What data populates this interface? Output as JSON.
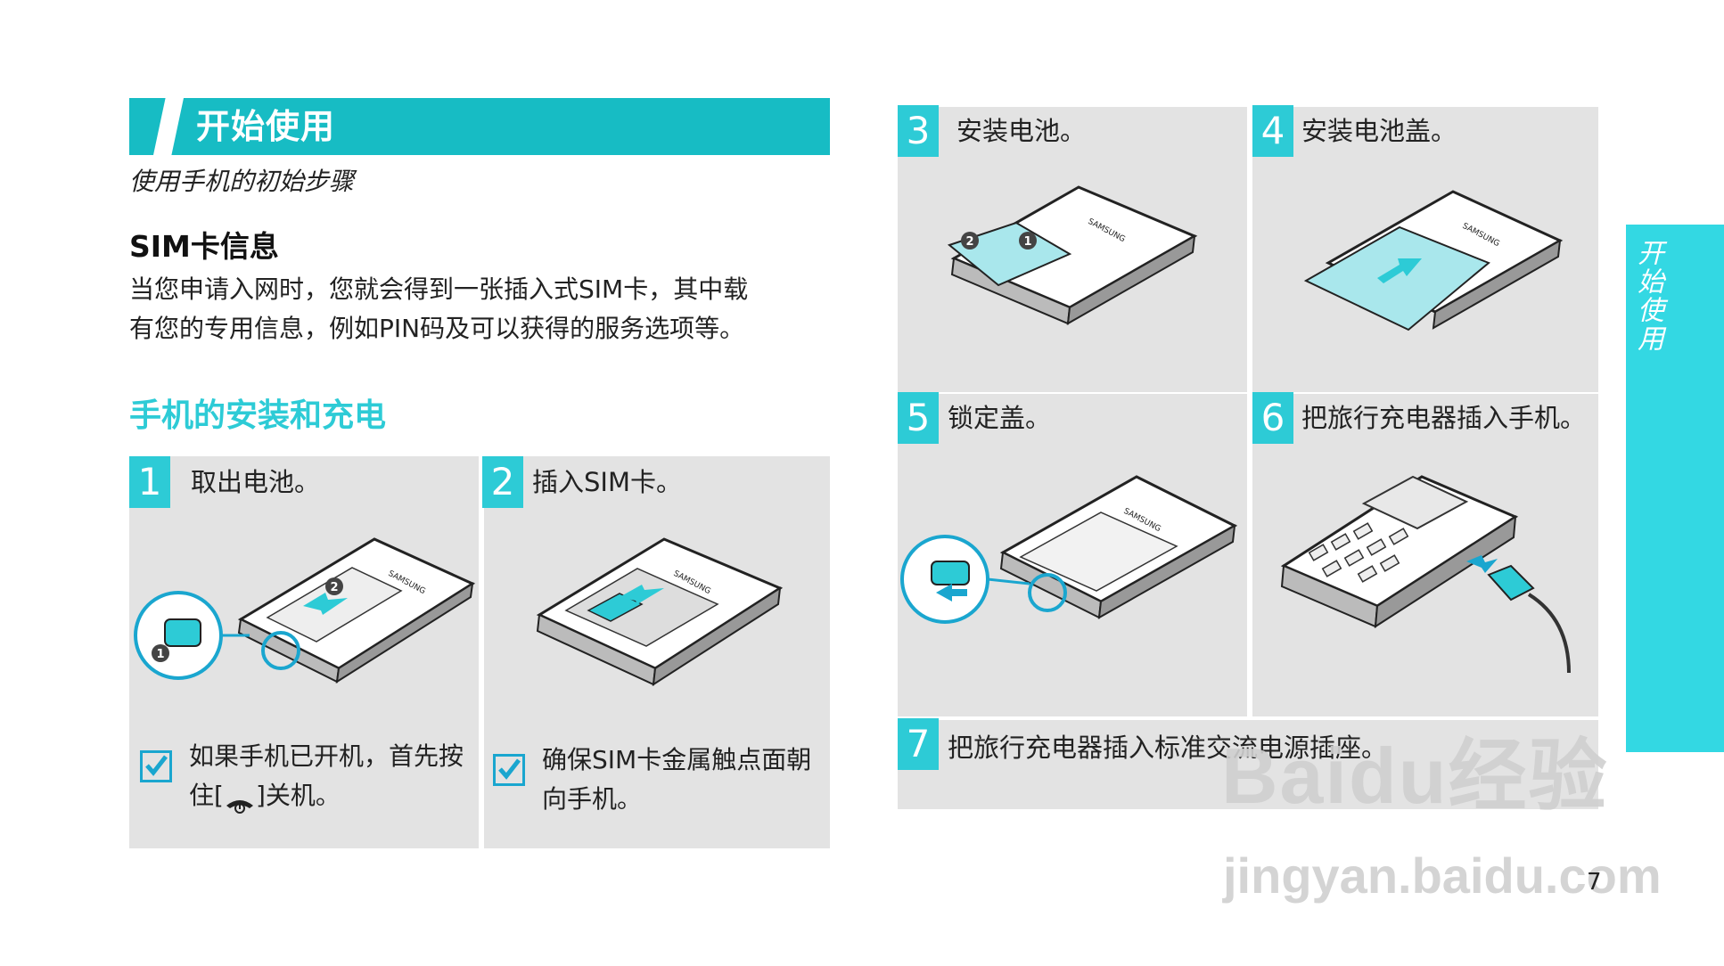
{
  "header": {
    "title": "开始使用",
    "subtitle": "使用手机的初始步骤"
  },
  "sim_info": {
    "heading": "SIM卡信息",
    "body_line1": "当您申请入网时，您就会得到一张插入式SIM卡，其中载",
    "body_line2": "有您的专用信息，例如PIN码及可以获得的服务选项等。"
  },
  "install_heading": "手机的安装和充电",
  "steps": [
    {
      "num": "1",
      "text": "取出电池。",
      "note_line1": "如果手机已开机，首先按",
      "note_line2_pre": "住[",
      "note_line2_post": "]关机。"
    },
    {
      "num": "2",
      "text": "插入SIM卡。",
      "note_line1": "确保SIM卡金属触点面朝",
      "note_line2": "向手机。"
    },
    {
      "num": "3",
      "text": "安装电池。"
    },
    {
      "num": "4",
      "text": "安装电池盖。"
    },
    {
      "num": "5",
      "text": "锁定盖。"
    },
    {
      "num": "6",
      "text": "把旅行充电器插入手机。"
    },
    {
      "num": "7",
      "text": "把旅行充电器插入标准交流电源插座。"
    }
  ],
  "illustration_labels": {
    "brand": "SAMSUNG",
    "marker1": "1",
    "marker2": "2"
  },
  "side_tab": "开始使用",
  "page_number": "7",
  "watermark": {
    "text": "Baidu经验",
    "url": "jingyan.baidu.com"
  },
  "colors": {
    "accent": "#17bcc4",
    "accent_light": "#2dcbd6",
    "panel": "#e3e3e3",
    "side_tab": "#33d8e3"
  },
  "icons": [
    "check-box-icon",
    "end-call-key-icon",
    "phone-illustration",
    "arrow-icon"
  ]
}
